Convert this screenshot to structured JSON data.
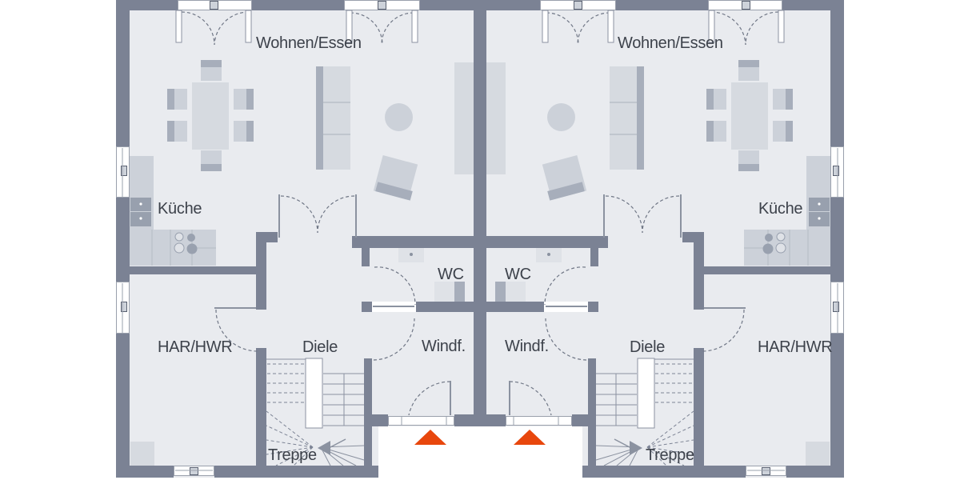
{
  "plan": {
    "type": "duplex-ground-floor-plan",
    "rooms": {
      "left_unit": {
        "living": "Wohnen/Essen",
        "kitchen": "Küche",
        "utility": "HAR/HWR",
        "hall": "Diele",
        "wc": "WC",
        "vestibule": "Windf.",
        "stairs": "Treppe"
      },
      "right_unit": {
        "living": "Wohnen/Essen",
        "kitchen": "Küche",
        "utility": "HAR/HWR",
        "hall": "Diele",
        "wc": "WC",
        "vestibule": "Windf.",
        "stairs": "Treppe"
      }
    },
    "colors": {
      "background": "#ffffff",
      "floor": "#e9ebef",
      "wall": "#7b8294",
      "furniture": "#ccd1d9",
      "furniture_dark": "#a7aebb",
      "entrance_marker": "#e8470d",
      "text": "#3d424b"
    }
  }
}
